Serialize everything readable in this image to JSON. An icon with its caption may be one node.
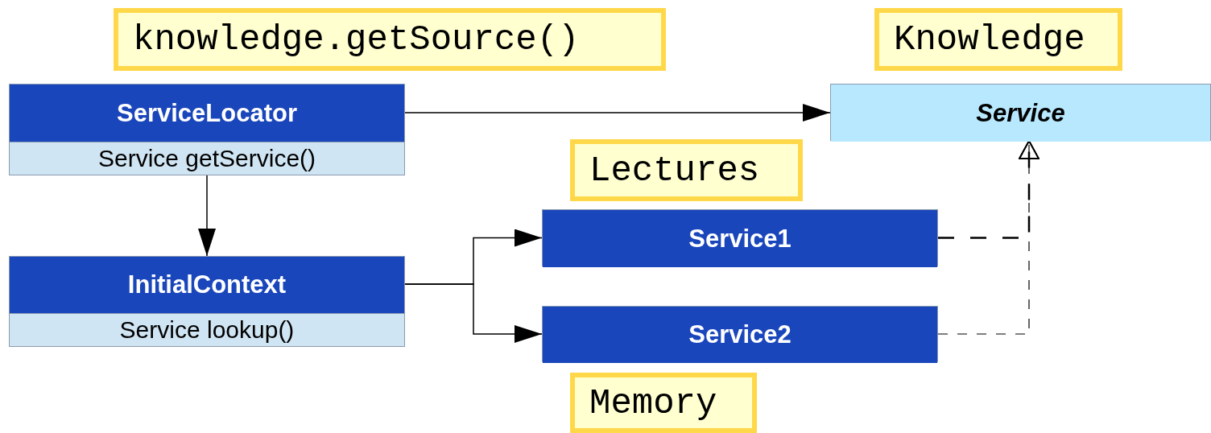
{
  "diagram": {
    "nodes": [
      {
        "text": [
          "knowledge.getSource()"
        ]
      },
      {
        "text": [
          "Knowledge"
        ]
      },
      {
        "text": [
          "ServiceLocator",
          "Service getService()"
        ]
      },
      {
        "text": [
          "Service"
        ]
      },
      {
        "text": [
          "Lectures"
        ]
      },
      {
        "text": [
          "Service1"
        ]
      },
      {
        "text": [
          "InitialContext",
          "Service lookup()"
        ]
      },
      {
        "text": [
          "Service2"
        ]
      },
      {
        "text": [
          "Memory"
        ]
      }
    ],
    "edges": [
      {
        "from": 2,
        "to": 3,
        "arrow": "to"
      },
      {
        "from": 2,
        "to": 6,
        "arrow": "to"
      },
      {
        "from": 6,
        "to": 5,
        "arrow": "to"
      },
      {
        "from": 6,
        "to": 7,
        "arrow": "to"
      },
      {
        "from": 5,
        "to": 3,
        "arrow": "to",
        "style": "dashed"
      },
      {
        "from": 7,
        "to": 3,
        "arrow": "to",
        "style": "dashed"
      }
    ]
  }
}
